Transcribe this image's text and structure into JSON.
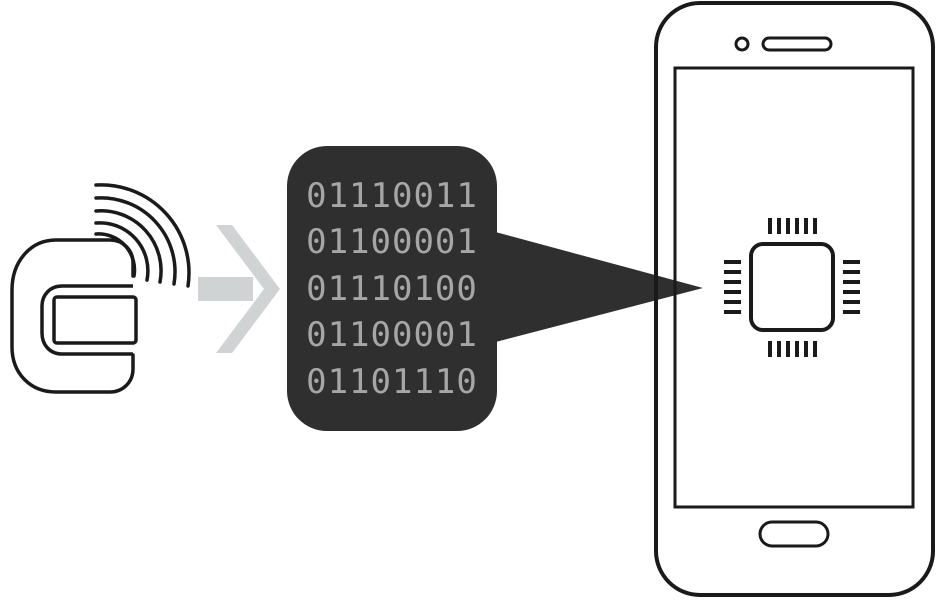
{
  "diagram": {
    "binary_lines": [
      "01110011",
      "01100001",
      "01110100",
      "01100001",
      "01101110"
    ],
    "colors": {
      "outline": "#1a1a1a",
      "bubble_fill": "#2f2f2f",
      "binary_text": "#a6a6a6",
      "arrow": "#cfd3d4",
      "background": "#ffffff"
    },
    "icons": {
      "source": "nfc-tag-icon",
      "transfer": "arrow-right-icon",
      "payload": "binary-data-bubble",
      "target": "smartphone-icon",
      "processor": "cpu-chip-icon"
    }
  }
}
